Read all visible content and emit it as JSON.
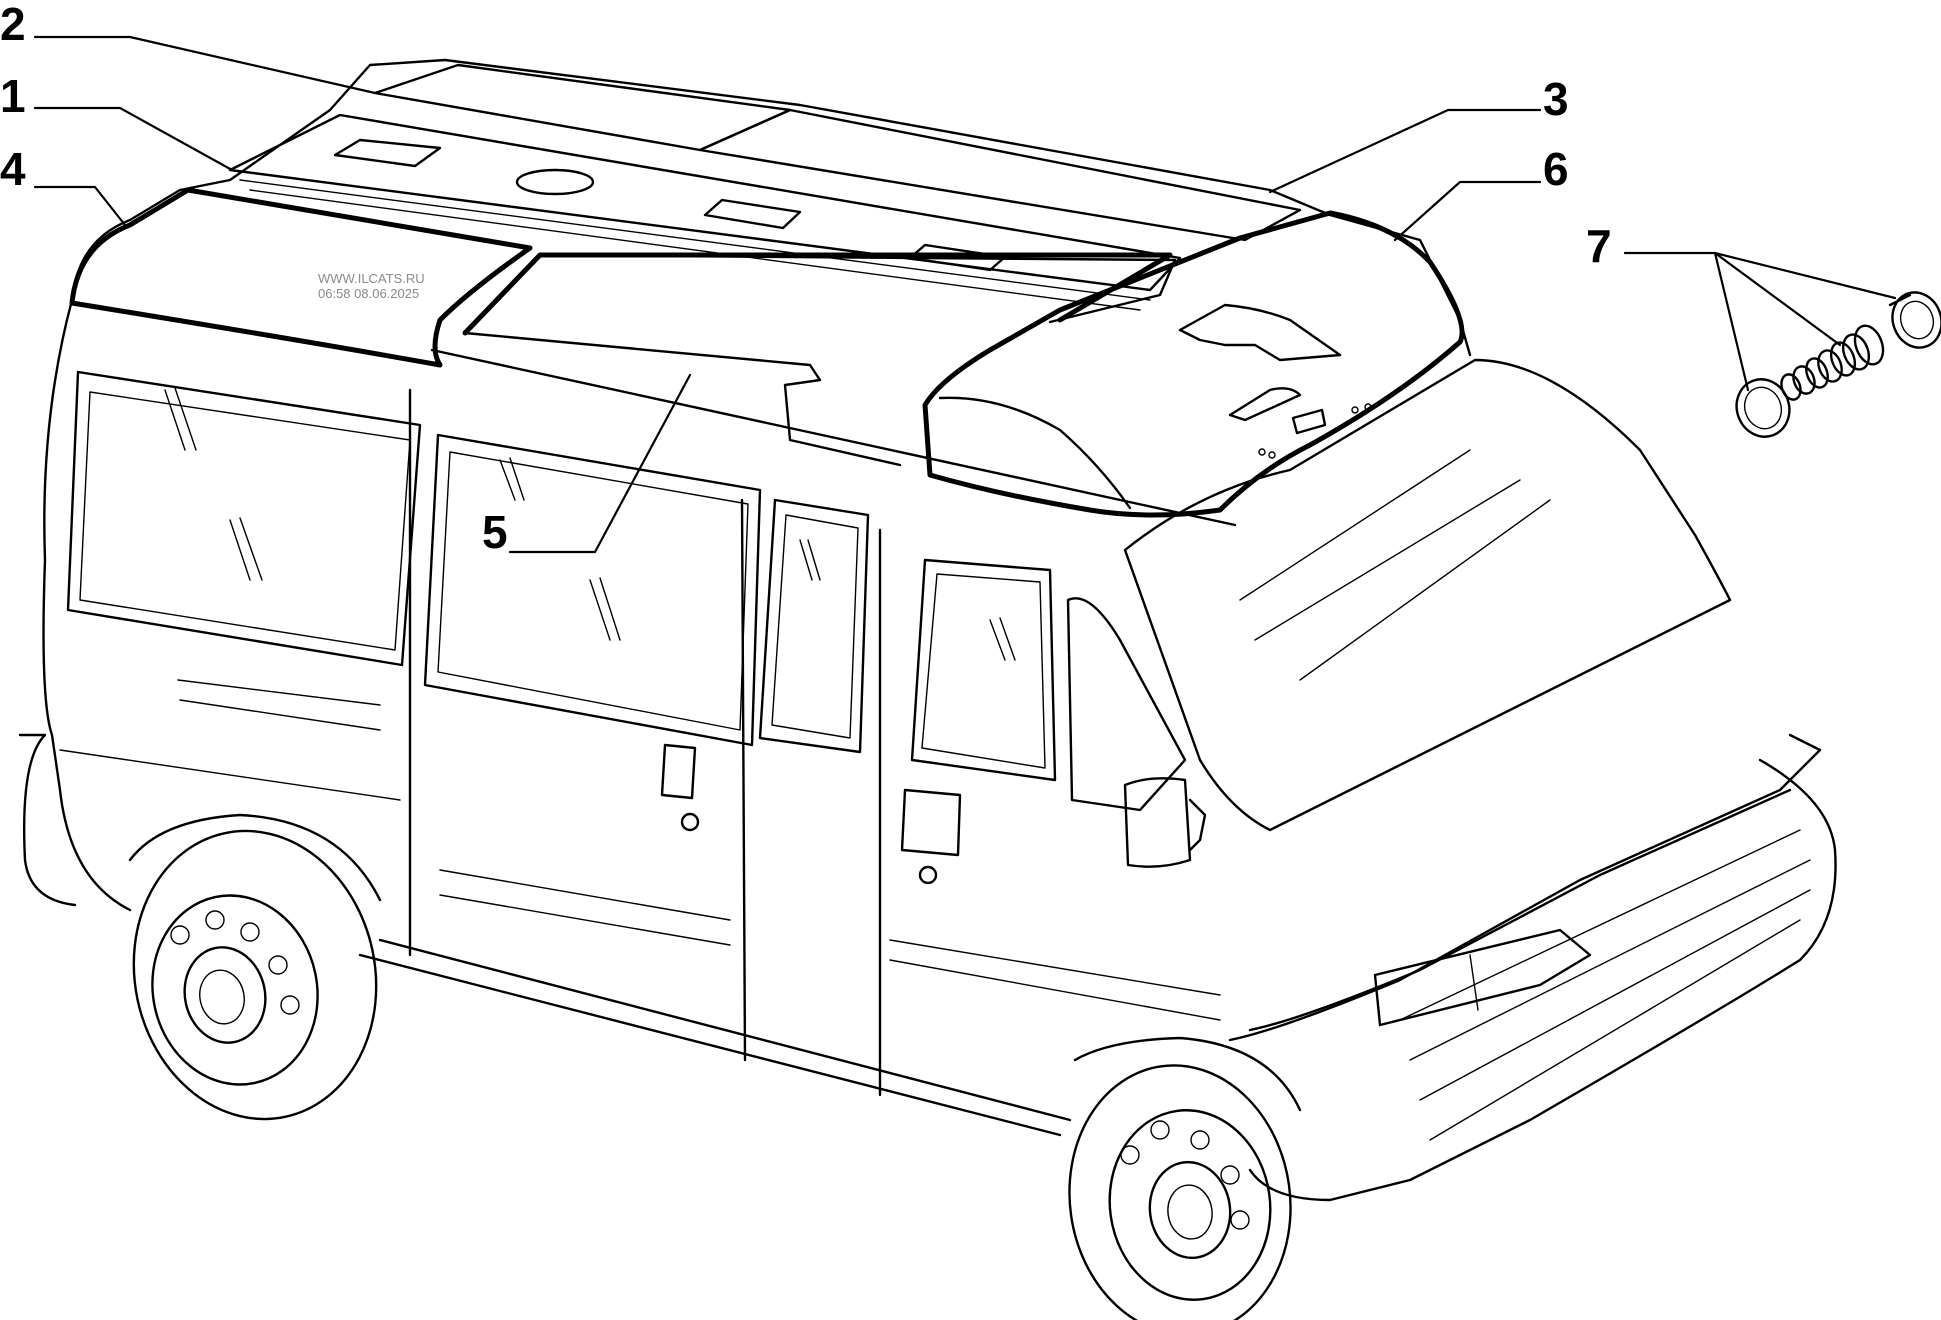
{
  "callouts": {
    "c1": "1",
    "c2": "2",
    "c3": "3",
    "c4": "4",
    "c5": "5",
    "c6": "6",
    "c7": "7"
  },
  "watermark": {
    "site": "WWW.ILCATS.RU",
    "timestamp": "06:58 08.06.2025"
  },
  "colors": {
    "ink": "#000000",
    "background": "#ffffff",
    "watermark": "#8a8a8a"
  }
}
